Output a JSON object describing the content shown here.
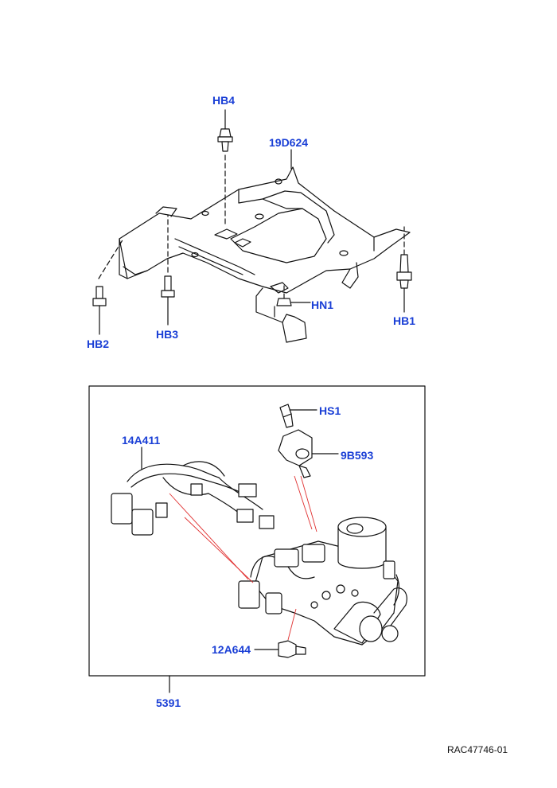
{
  "callouts": {
    "hb4": "HB4",
    "p19d624": "19D624",
    "hn1": "HN1",
    "hb1": "HB1",
    "hb2": "HB2",
    "hb3": "HB3",
    "hs1": "HS1",
    "p9b593": "9B593",
    "p14a411": "14A411",
    "p12a644": "12A644",
    "p5391": "5391"
  },
  "reference": "RAC47746-01",
  "colors": {
    "callout": "#1a3fd6",
    "line": "#111111",
    "leader": "#e03030"
  }
}
